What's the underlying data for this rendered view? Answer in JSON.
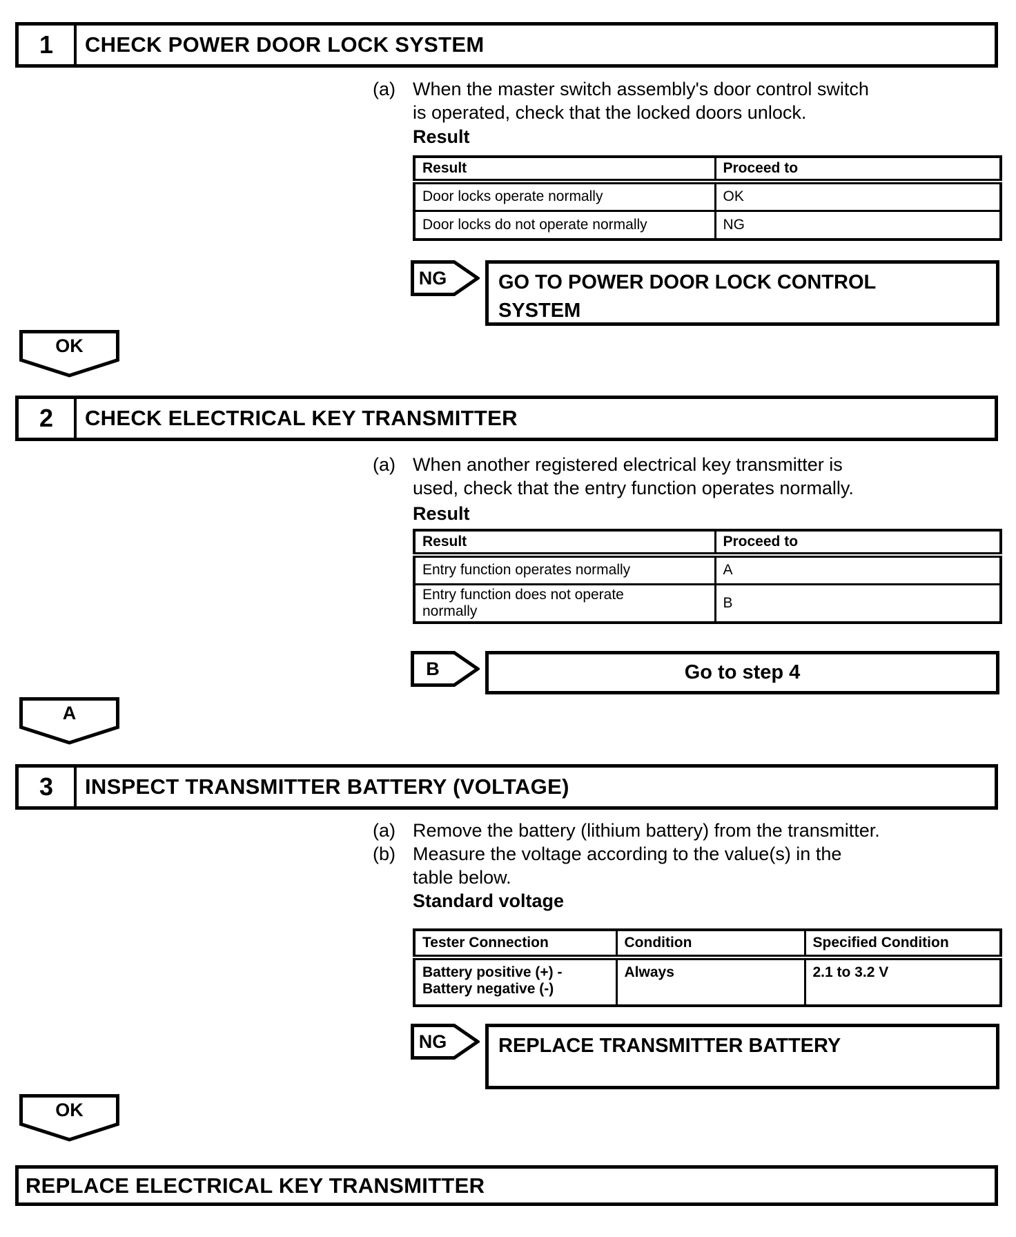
{
  "steps": [
    {
      "number": "1",
      "title": "CHECK POWER DOOR LOCK SYSTEM",
      "items": [
        {
          "marker": "(a)",
          "text": "When the master switch assembly's door control switch\nis operated, check that the locked doors unlock."
        }
      ],
      "table_label": "Result",
      "table": {
        "headers": [
          "Result",
          "Proceed to"
        ],
        "rows": [
          [
            "Door locks operate normally",
            "OK"
          ],
          [
            "Door locks do not operate normally",
            "NG"
          ]
        ]
      },
      "branch": {
        "label": "NG",
        "action": "GO TO POWER DOOR LOCK CONTROL\nSYSTEM"
      },
      "continue_label": "OK"
    },
    {
      "number": "2",
      "title": "CHECK ELECTRICAL KEY TRANSMITTER",
      "items": [
        {
          "marker": "(a)",
          "text": "When another registered electrical key transmitter is\nused, check that the entry function operates normally."
        }
      ],
      "table_label": "Result",
      "table": {
        "headers": [
          "Result",
          "Proceed to"
        ],
        "rows": [
          [
            "Entry function operates normally",
            "A"
          ],
          [
            "Entry function does not operate\nnormally",
            "B"
          ]
        ]
      },
      "branch": {
        "label": "B",
        "action": "Go to step 4"
      },
      "continue_label": "A"
    },
    {
      "number": "3",
      "title": "INSPECT TRANSMITTER BATTERY (VOLTAGE)",
      "items": [
        {
          "marker": "(a)",
          "text": "Remove the battery (lithium battery) from the transmitter."
        },
        {
          "marker": "(b)",
          "text": "Measure the voltage according to the value(s) in the\ntable below."
        }
      ],
      "table_label": "Standard voltage",
      "table": {
        "headers": [
          "Tester Connection",
          "Condition",
          "Specified Condition"
        ],
        "rows": [
          [
            "Battery positive (+) -\nBattery negative (-)",
            "Always",
            "2.1 to 3.2 V"
          ]
        ]
      },
      "branch": {
        "label": "NG",
        "action": "REPLACE TRANSMITTER BATTERY"
      },
      "continue_label": "OK"
    }
  ],
  "final_action": "REPLACE ELECTRICAL KEY TRANSMITTER"
}
